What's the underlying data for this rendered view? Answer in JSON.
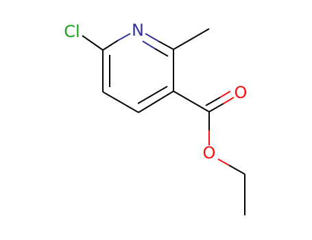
{
  "molecule": {
    "atoms": {
      "chlorine": {
        "label": "Cl",
        "color": "#1f9f1f"
      },
      "nitrogen": {
        "label": "N",
        "color": "#30309a"
      },
      "oxygen_carbonyl": {
        "label": "O",
        "color": "#ff0d0d"
      },
      "oxygen_ester": {
        "label": "O",
        "color": "#ff0d0d"
      }
    },
    "bond_color": "#000000",
    "background": "#ffffff"
  }
}
